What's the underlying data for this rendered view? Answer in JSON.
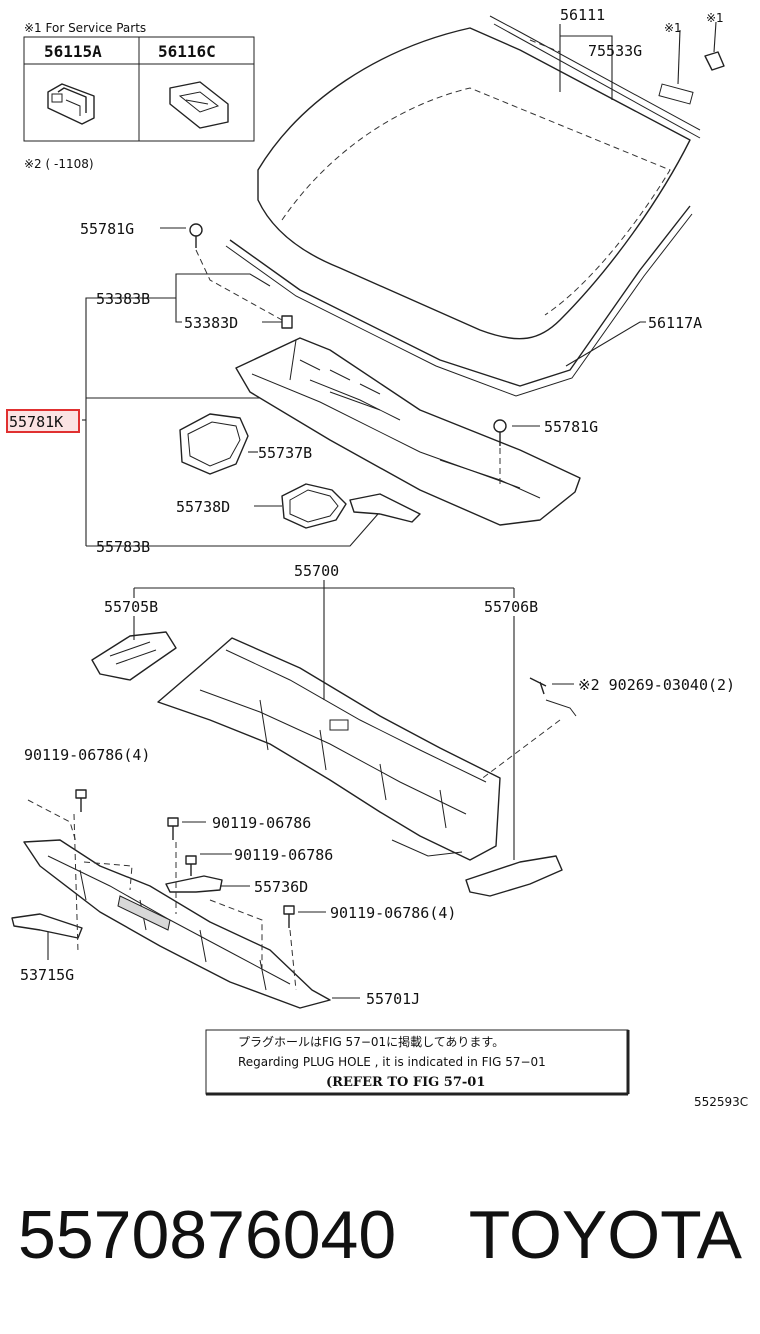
{
  "service_parts": {
    "title": "※1 For Service Parts",
    "col1": "56115A",
    "col2": "56116C"
  },
  "notes": {
    "mark1_a": "※1",
    "mark1_b": "※1",
    "mark2_range": "※2 (      -1108)"
  },
  "labels": {
    "p56111": "56111",
    "p75533G": "75533G",
    "p55781G_top": "55781G",
    "p53383B": "53383B",
    "p53383D": "53383D",
    "p56117A": "56117A",
    "p55781K": "55781K",
    "p55781G_right": "55781G",
    "p55737B": "55737B",
    "p55738D": "55738D",
    "p55783B": "55783B",
    "p55700": "55700",
    "p55705B": "55705B",
    "p55706B": "55706B",
    "p90269": "※2 90269-03040(2)",
    "p90119_4a": "90119-06786(4)",
    "p90119_b": "90119-06786",
    "p90119_c": "90119-06786",
    "p55736D": "55736D",
    "p90119_4b": "90119-06786(4)",
    "p53715G": "53715G",
    "p55701J": "55701J"
  },
  "info_box": {
    "line1": "プラグホールはFIG 57−01に掲載してあります。",
    "line2": "Regarding  PLUG  HOLE , it is indicated in  FIG  57−01",
    "line3": "(REFER TO FIG 57-01"
  },
  "diagram_id": "552593C",
  "footer": {
    "part_number": "5570876040",
    "brand": "TOYOTA"
  },
  "highlight_color": "#e03030"
}
